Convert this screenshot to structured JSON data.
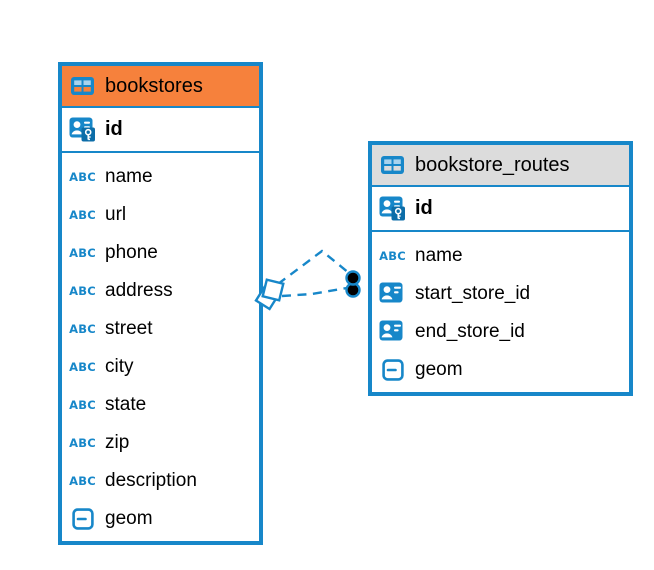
{
  "colors": {
    "accent_blue": "#1787C9",
    "icon_cell_light": "#A8D3EE",
    "key_overlay_blue": "#0C6DA8",
    "bookstores_header": "#F6813C",
    "bookstore_routes_header": "#DCDCDC",
    "relationship_line": "#1787C9",
    "dot_marker_fill": "#000000",
    "diamond_marker_fill": "#FFFFFF"
  },
  "diagram": {
    "tables": [
      {
        "name": "bookstores",
        "header_color": "#F6813C",
        "keys": [
          {
            "name": "id",
            "icon": "primary-key-icon"
          }
        ],
        "columns": [
          {
            "name": "name",
            "icon": "text-type-icon"
          },
          {
            "name": "url",
            "icon": "text-type-icon"
          },
          {
            "name": "phone",
            "icon": "text-type-icon"
          },
          {
            "name": "address",
            "icon": "text-type-icon"
          },
          {
            "name": "street",
            "icon": "text-type-icon"
          },
          {
            "name": "city",
            "icon": "text-type-icon"
          },
          {
            "name": "state",
            "icon": "text-type-icon"
          },
          {
            "name": "zip",
            "icon": "text-type-icon"
          },
          {
            "name": "description",
            "icon": "text-type-icon"
          },
          {
            "name": "geom",
            "icon": "geometry-type-icon"
          }
        ]
      },
      {
        "name": "bookstore_routes",
        "header_color": "#DCDCDC",
        "keys": [
          {
            "name": "id",
            "icon": "primary-key-icon"
          }
        ],
        "columns": [
          {
            "name": "name",
            "icon": "text-type-icon"
          },
          {
            "name": "start_store_id",
            "icon": "foreign-key-icon"
          },
          {
            "name": "end_store_id",
            "icon": "foreign-key-icon"
          },
          {
            "name": "geom",
            "icon": "geometry-type-icon"
          }
        ]
      }
    ],
    "relationships": [
      {
        "between": [
          "bookstores",
          "bookstore_routes"
        ],
        "line_style": "dashed"
      },
      {
        "between": [
          "bookstores",
          "bookstore_routes"
        ],
        "line_style": "dashed"
      }
    ],
    "text_type_glyph": "ABC"
  }
}
